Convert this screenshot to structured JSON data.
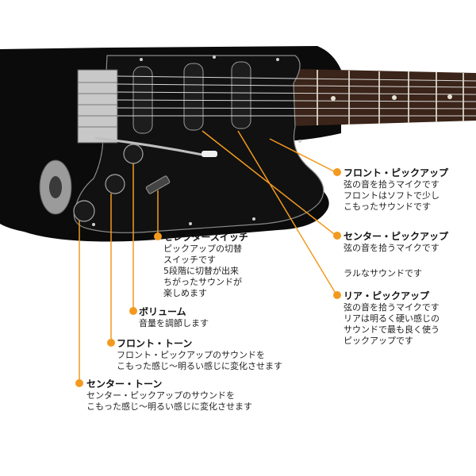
{
  "colors": {
    "accent": "#f29a1f",
    "body": "#0b0b0b",
    "neck": "#3a2418"
  },
  "callouts": {
    "front_pickup": {
      "title": "フロント・ピックアップ",
      "lines": [
        "弦の音を拾うマイクです",
        "フロントはソフトで少し",
        "こもったサウンドです"
      ]
    },
    "center_pickup": {
      "title": "センター・ピックアップ",
      "lines": [
        "弦の音を拾うマイクです"
      ],
      "extra": "ラルなサウンドです"
    },
    "rear_pickup": {
      "title": "リア・ピックアップ",
      "lines": [
        "弦の音を拾うマイクです",
        "リアは明るく硬い感じの",
        "サウンドで最も良く使う",
        "ピックアップです"
      ]
    },
    "selector_switch": {
      "title": "セレクタースイッチ",
      "lines": [
        "ピックアップの切替",
        "スイッチです",
        "5段階に切替が出来",
        "ちがったサウンドが",
        "楽しめます"
      ]
    },
    "volume": {
      "title": "ボリューム",
      "lines": [
        "音量を調節します"
      ]
    },
    "front_tone": {
      "title": "フロント・トーン",
      "lines": [
        "フロント・ピックアップのサウンドを",
        "こもった感じ～明るい感じに変化させます"
      ]
    },
    "center_tone": {
      "title": "センター・トーン",
      "lines": [
        "センター・ピックアップのサウンドを",
        "こもった感じ～明るい感じに変化させます"
      ]
    }
  }
}
